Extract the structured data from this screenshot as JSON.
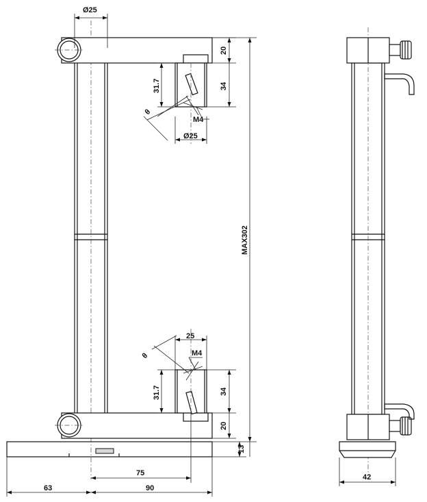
{
  "dimensions": {
    "top_diameter": "Ø25",
    "top_bar_height": "20",
    "top_clamp_height": "31.7",
    "top_clamp_offset": "34",
    "top_angle_symbol": "θ",
    "top_screw": "M4",
    "top_clamp_diameter": "Ø25",
    "total_height": "MAX302",
    "bottom_clamp_width": "25",
    "bottom_angle_symbol": "θ",
    "bottom_screw": "M4",
    "bottom_clamp_height": "31.7",
    "bottom_clamp_offset": "34",
    "bottom_bar_height": "20",
    "base_height": "13",
    "clamp_reach": "75",
    "base_left": "63",
    "base_right": "90",
    "side_width": "42"
  }
}
